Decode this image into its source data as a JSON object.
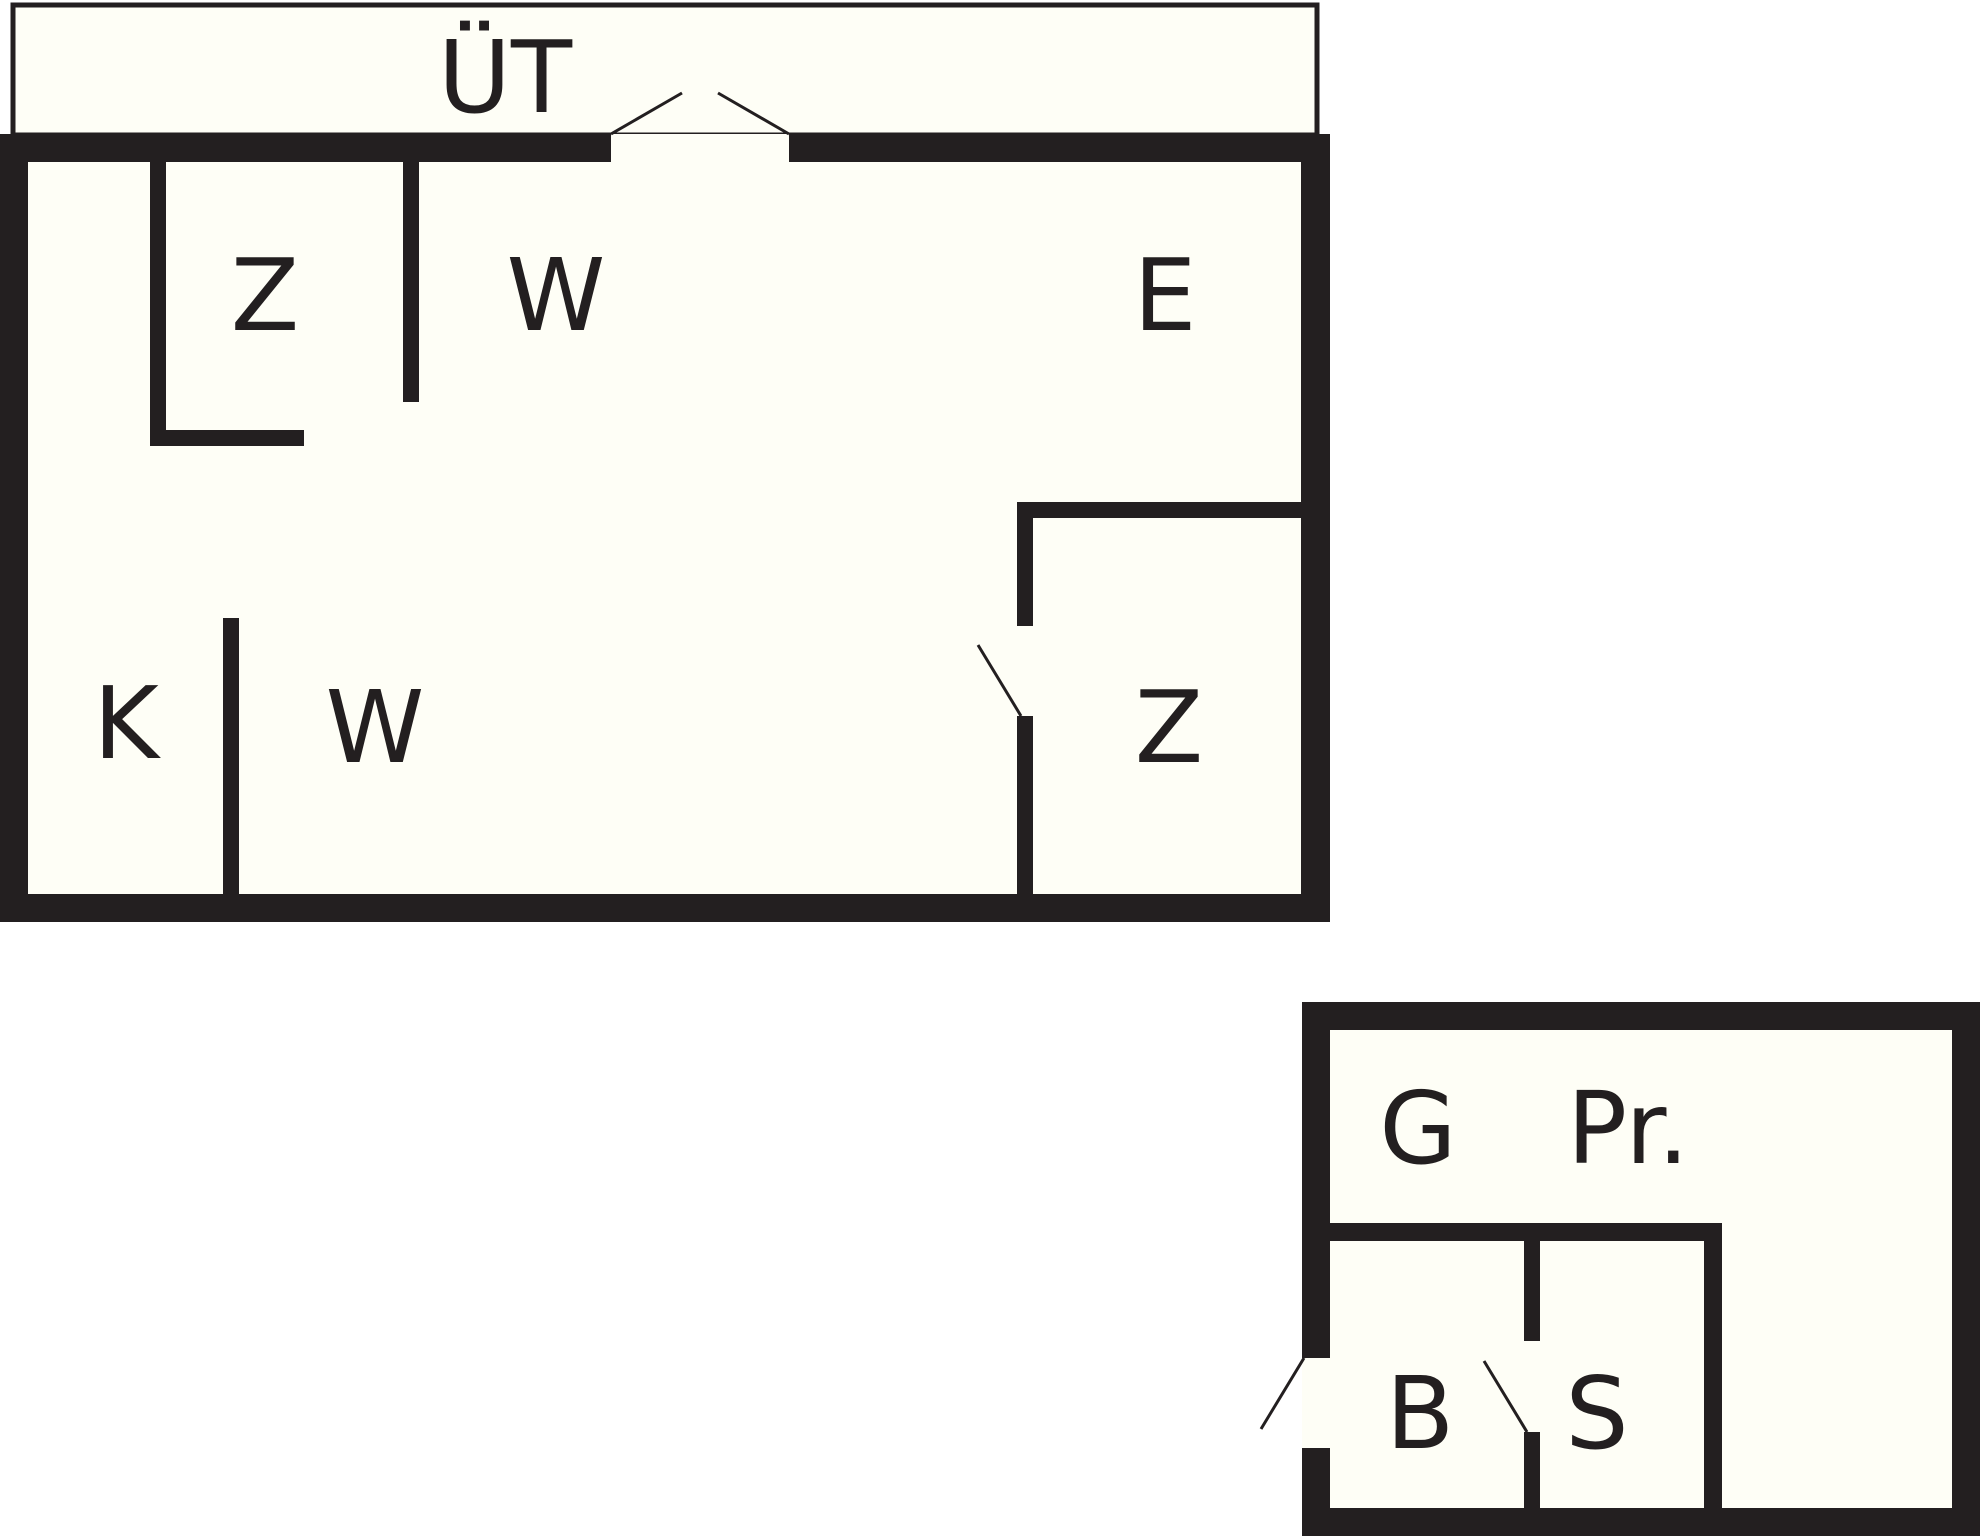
{
  "floorplan": {
    "labels": {
      "balcony": "ÜT",
      "room_top_left_small": "Z",
      "room_top_middle": "W",
      "room_top_right": "E",
      "room_bottom_left": "K",
      "room_bottom_middle": "W",
      "room_bottom_right": "Z",
      "annex_left": "G",
      "annex_right": "Pr.",
      "annex_bottom_left": "B",
      "annex_bottom_right": "S"
    },
    "colors": {
      "wall": "#231f20",
      "floor": "#fefef6",
      "background": "#ffffff"
    }
  }
}
